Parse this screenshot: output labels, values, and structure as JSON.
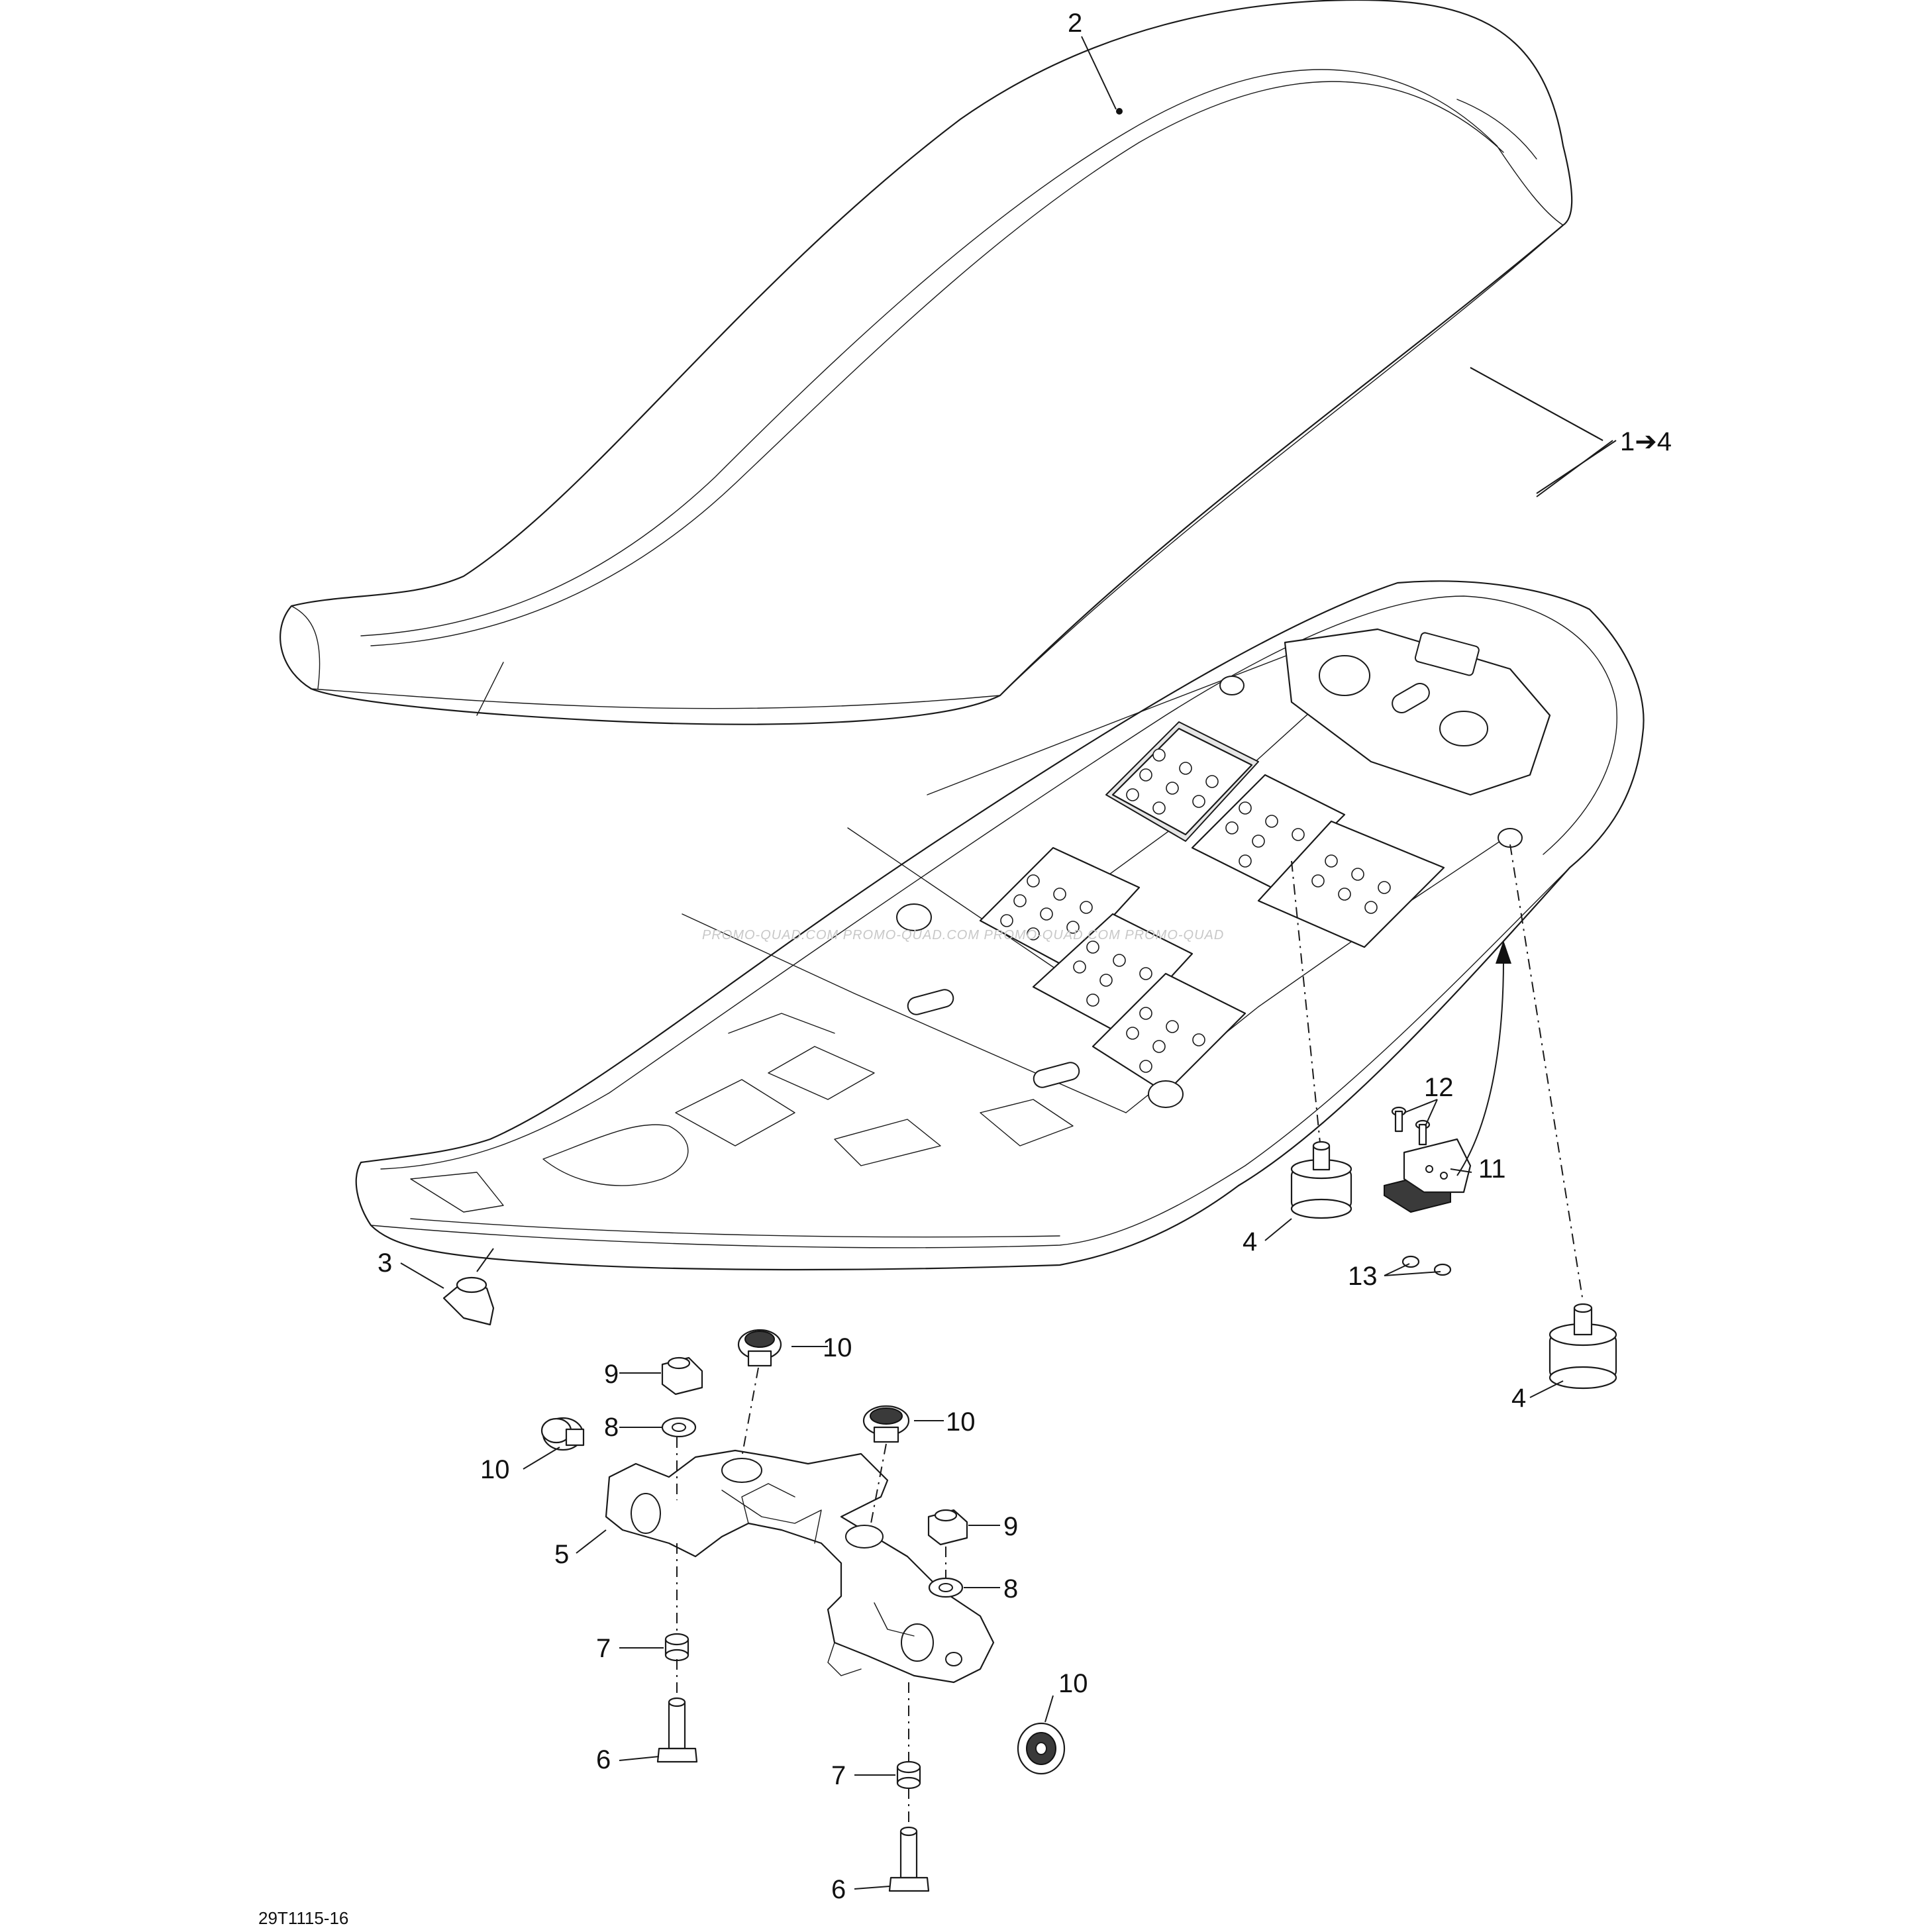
{
  "callouts": {
    "c2": "2",
    "c1to4": "1➔4",
    "c3": "3",
    "c4a": "4",
    "c4b": "4",
    "c5": "5",
    "c6a": "6",
    "c6b": "6",
    "c7a": "7",
    "c7b": "7",
    "c8a": "8",
    "c8b": "8",
    "c9a": "9",
    "c9b": "9",
    "c10a": "10",
    "c10b": "10",
    "c10c": "10",
    "c10d": "10",
    "c11": "11",
    "c12": "12",
    "c13": "13"
  },
  "reference_code": "29T1115-16",
  "watermark": "PROMO-QUAD.COM   PROMO-QUAD.COM   PROMO-QUAD.COM   PROMO-QUAD"
}
